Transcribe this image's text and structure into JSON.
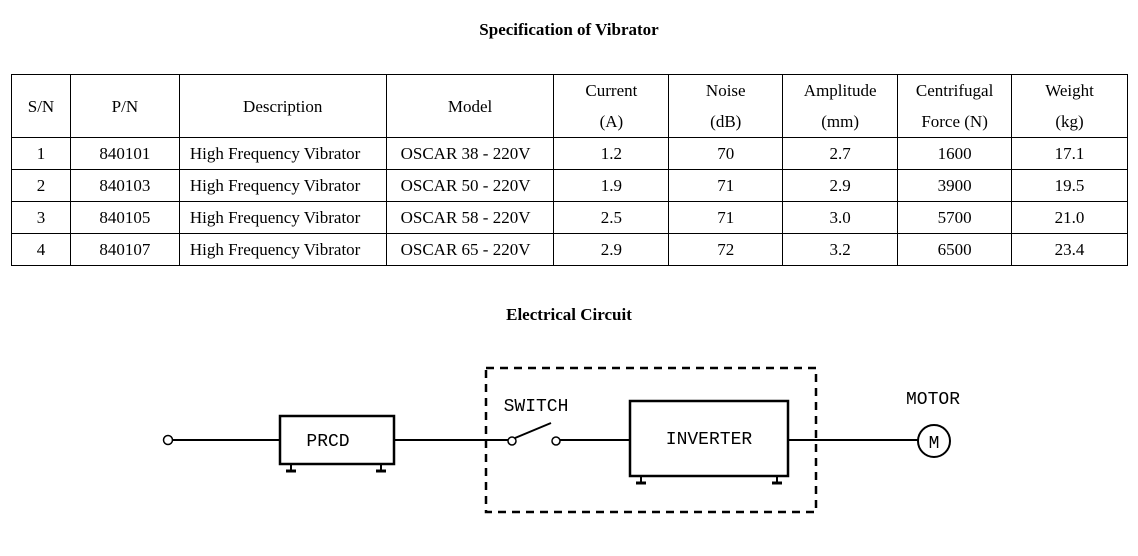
{
  "spec_title": "Specification of Vibrator",
  "table": {
    "headers": [
      {
        "line1": "S/N",
        "line2": ""
      },
      {
        "line1": "P/N",
        "line2": ""
      },
      {
        "line1": "Description",
        "line2": ""
      },
      {
        "line1": "Model",
        "line2": ""
      },
      {
        "line1": "Current",
        "line2": "(A)"
      },
      {
        "line1": "Noise",
        "line2": "(dB)"
      },
      {
        "line1": "Amplitude",
        "line2": "(mm)"
      },
      {
        "line1": "Centrifugal",
        "line2": "Force (N)"
      },
      {
        "line1": "Weight",
        "line2": "(kg)"
      }
    ],
    "rows": [
      [
        "1",
        "840101",
        "High Frequency Vibrator",
        "OSCAR 38 - 220V",
        "1.2",
        "70",
        "2.7",
        "1600",
        "17.1"
      ],
      [
        "2",
        "840103",
        "High Frequency Vibrator",
        "OSCAR 50 - 220V",
        "1.9",
        "71",
        "2.9",
        "3900",
        "19.5"
      ],
      [
        "3",
        "840105",
        "High Frequency Vibrator",
        "OSCAR 58 - 220V",
        "2.5",
        "71",
        "3.0",
        "5700",
        "21.0"
      ],
      [
        "4",
        "840107",
        "High Frequency Vibrator",
        "OSCAR 65 - 220V",
        "2.9",
        "72",
        "3.2",
        "6500",
        "23.4"
      ]
    ]
  },
  "circuit": {
    "title": "Electrical Circuit",
    "prcd_label": "PRCD",
    "switch_label": "SWITCH",
    "inverter_label": "INVERTER",
    "motor_label": "MOTOR",
    "motor_symbol": "M"
  }
}
